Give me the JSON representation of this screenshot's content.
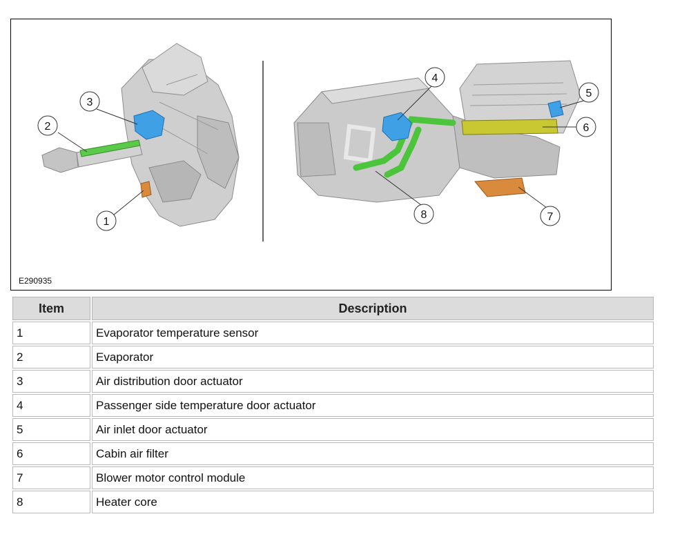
{
  "figure": {
    "id_label": "E290935",
    "callouts": [
      "1",
      "2",
      "3",
      "4",
      "5",
      "6",
      "7",
      "8"
    ]
  },
  "table": {
    "headers": {
      "item": "Item",
      "description": "Description"
    },
    "rows": [
      {
        "item": "1",
        "description": "Evaporator temperature sensor"
      },
      {
        "item": "2",
        "description": "Evaporator"
      },
      {
        "item": "3",
        "description": "Air distribution door actuator"
      },
      {
        "item": "4",
        "description": "Passenger side temperature door actuator"
      },
      {
        "item": "5",
        "description": "Air inlet door actuator"
      },
      {
        "item": "6",
        "description": "Cabin air filter"
      },
      {
        "item": "7",
        "description": "Blower motor control module"
      },
      {
        "item": "8",
        "description": "Heater core"
      }
    ]
  },
  "colors": {
    "housing": "#c8c8c8",
    "actuator": "#3fa0e6",
    "core": "#4cc43c",
    "filter": "#c9c832",
    "module": "#d98a3c"
  }
}
